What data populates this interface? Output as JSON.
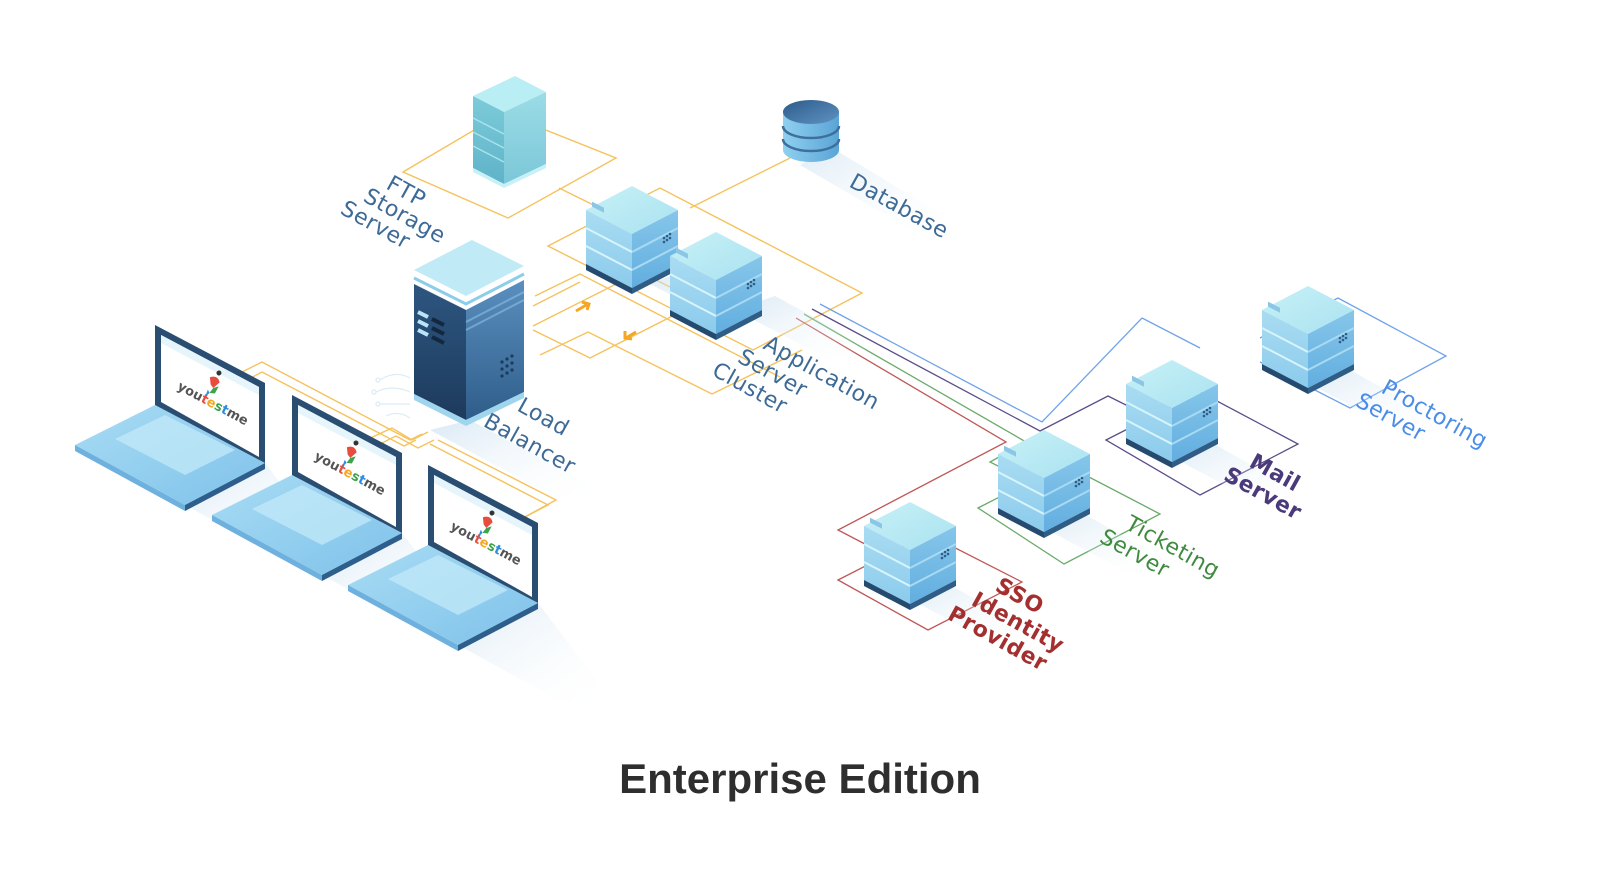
{
  "caption": "Enterprise Edition",
  "colors": {
    "orange_link": "#f5b942",
    "arrow": "#f5a623",
    "proctoring": "#4a8de8",
    "mail": "#4a3a7a",
    "ticketing": "#3f8a3f",
    "sso": "#a32f2f",
    "label_default": "#3d6a96"
  },
  "nodes": {
    "ftp": {
      "label_lines": [
        "FTP",
        "Storage",
        "Server"
      ],
      "icon": "tower-server-icon"
    },
    "database": {
      "label_lines": [
        "Database"
      ],
      "icon": "database-cylinder-icon"
    },
    "app_cluster": {
      "label_lines": [
        "Application",
        "Server",
        "Cluster"
      ],
      "icon": "server-box-icon"
    },
    "load_balancer": {
      "label_lines": [
        "Load",
        "Balancer"
      ],
      "icon": "tower-server-icon"
    },
    "proctoring": {
      "label_lines": [
        "Proctoring",
        "Server"
      ],
      "icon": "server-box-icon"
    },
    "mail": {
      "label_lines": [
        "Mail",
        "Server"
      ],
      "icon": "server-box-icon"
    },
    "ticketing": {
      "label_lines": [
        "Ticketing",
        "Server"
      ],
      "icon": "server-box-icon"
    },
    "sso": {
      "label_lines": [
        "SSO",
        "Identity",
        "Provider"
      ],
      "icon": "server-box-icon"
    }
  },
  "clients": [
    {
      "brand": [
        "you",
        "t",
        "e",
        "s",
        "t",
        "me"
      ]
    },
    {
      "brand": [
        "you",
        "t",
        "e",
        "s",
        "t",
        "me"
      ]
    },
    {
      "brand": [
        "you",
        "t",
        "e",
        "s",
        "t",
        "me"
      ]
    }
  ],
  "brand_colors": [
    "#555555",
    "#e84c3d",
    "#f5a623",
    "#3fa34d",
    "#2a8de0",
    "#555555"
  ]
}
